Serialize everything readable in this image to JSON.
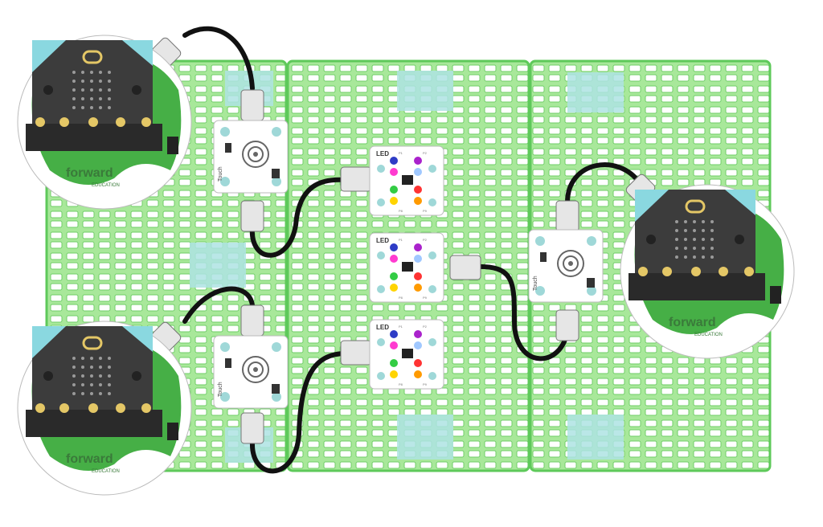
{
  "labels": {
    "led": "LED",
    "touch": "Touch",
    "forward": "forward",
    "education": "EDUCATION",
    "led_legend": [
      "P1",
      "P2",
      "P8",
      "P9"
    ]
  },
  "colors": {
    "baseplate": "#a8e89a",
    "baseplate_edge": "#5ec95a",
    "baseplate_hole": "#ffffff",
    "highlight": "#aee3e3",
    "board_green": "#3cab3c",
    "microbit": "#3c3c3c",
    "microbit_pin": "#e4c766",
    "microbit_led": "#9a9a9a",
    "cable": "#111111",
    "connector": "#e6e6e6",
    "module": "#ffffff",
    "stud": "#9fd8d8"
  },
  "led_colors": [
    "#2e3cc6",
    "#aa22cc",
    "#ff3bd0",
    "#a0c8ff",
    "#33cc44",
    "#ff3333",
    "#ffd400",
    "#ff9a00"
  ]
}
